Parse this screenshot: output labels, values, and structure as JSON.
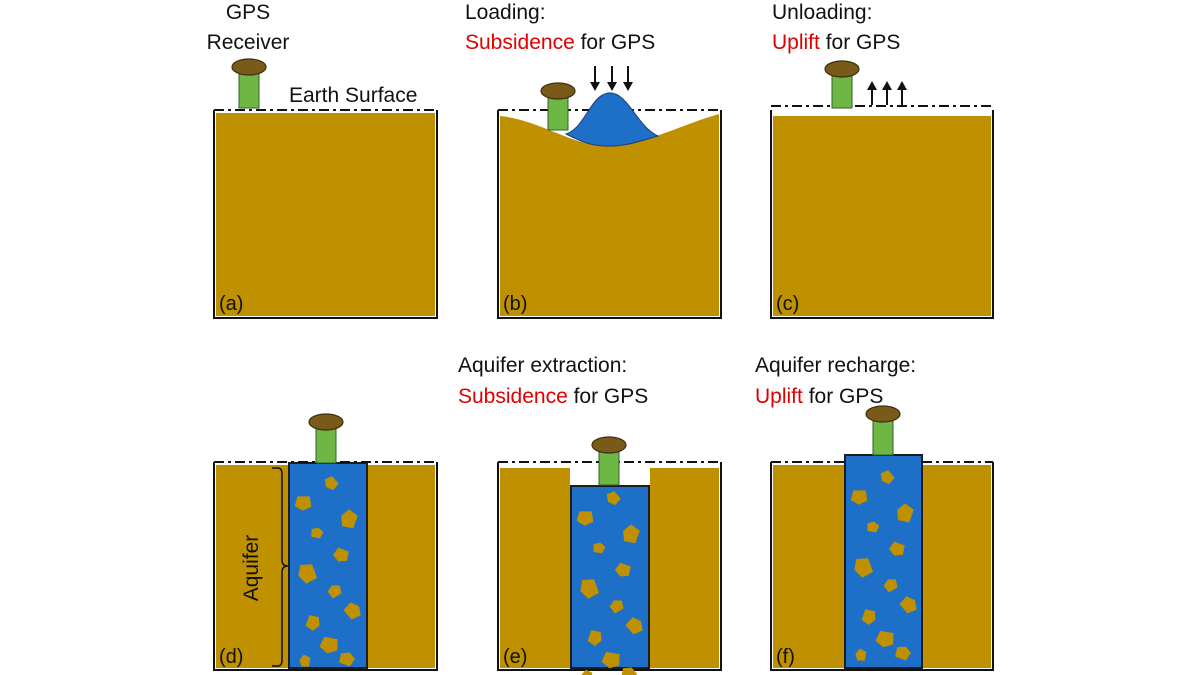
{
  "colors": {
    "ground": "#bf9000",
    "water": "#1e6fc8",
    "receiver_body": "#6fb744",
    "receiver_cap": "#7a5a18",
    "highlight": "#e00000"
  },
  "icons": [
    "gps-receiver-icon",
    "down-arrow-icon",
    "up-arrow-icon",
    "aquifer-brace-icon",
    "sediment-grain-icon"
  ],
  "panels": {
    "a": {
      "tag": "(a)",
      "title_line1": "GPS",
      "title_line2": "Receiver",
      "surface_label": "Earth Surface"
    },
    "b": {
      "tag": "(b)",
      "title_line1": "Loading:",
      "title_line2_red": "Subsidence",
      "title_line2_rest": " for GPS"
    },
    "c": {
      "tag": "(c)",
      "title_line1": "Unloading:",
      "title_line2_red": "Uplift",
      "title_line2_rest": " for GPS"
    },
    "d": {
      "tag": "(d)",
      "aquifer_label": "Aquifer"
    },
    "e": {
      "tag": "(e)",
      "title_line1": "Aquifer extraction:",
      "title_line2_red": "Subsidence",
      "title_line2_rest": " for GPS"
    },
    "f": {
      "tag": "(f)",
      "title_line1": "Aquifer recharge:",
      "title_line2_red": "Uplift",
      "title_line2_rest": " for GPS"
    }
  }
}
